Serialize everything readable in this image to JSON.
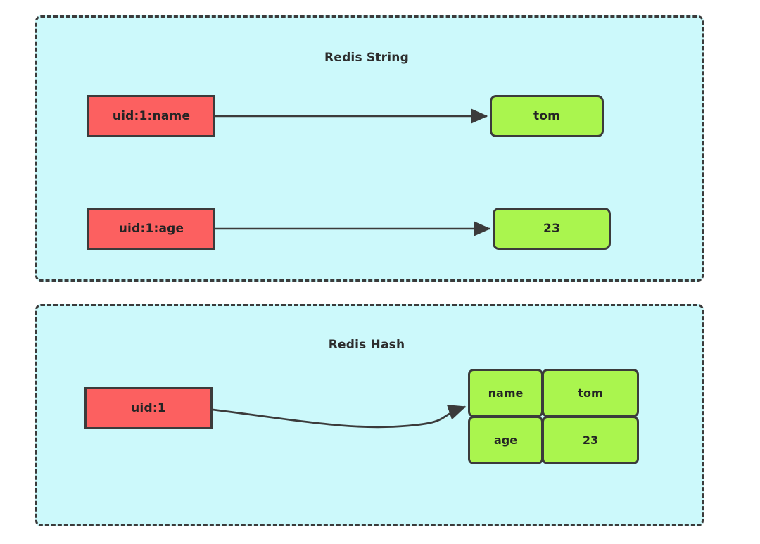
{
  "diagram": {
    "title_implicit": "Redis String vs Redis Hash data modelling",
    "background_color": "#ffffff",
    "panel_fill_color": "#ccf9fb",
    "panel_border_color": "#3b3b3b",
    "key_box_color": "#fc6060",
    "value_box_color": "#aaf54e",
    "text_color": "#242424",
    "arrow_color": "#3b3b3b"
  },
  "panels": [
    {
      "id": "redis-string",
      "title": "Redis String",
      "rows": [
        {
          "key": "uid:1:name",
          "value": "tom"
        },
        {
          "key": "uid:1:age",
          "value": "23"
        }
      ]
    },
    {
      "id": "redis-hash",
      "title": "Redis Hash",
      "key": "uid:1",
      "fields": [
        {
          "field": "name",
          "value": "tom"
        },
        {
          "field": "age",
          "value": "23"
        }
      ]
    }
  ]
}
